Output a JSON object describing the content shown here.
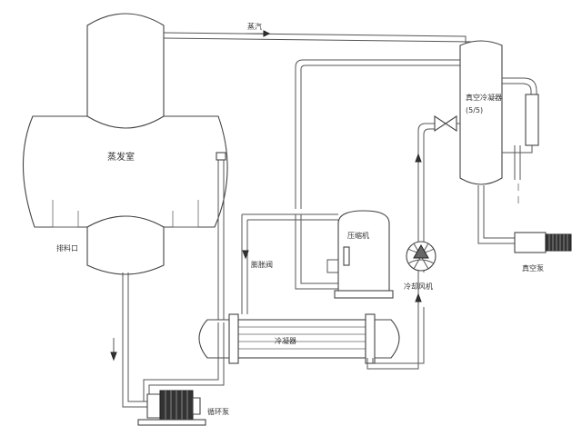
{
  "labels": {
    "evaporation_chamber": "蒸发室",
    "steam_line": "蒸汽",
    "vacuum_condenser": "真空冷凝器",
    "compressor": "压缩机",
    "condenser_hx": "冷凝器",
    "cooling_fan": "冷却风机",
    "circulation_pump": "循环泵",
    "vacuum_pump": "真空泵",
    "drain_outlet": "排料口",
    "expansion_valve": "膨胀阀"
  },
  "colors": {
    "line": "#555555",
    "equipment_fill": "#ffffff",
    "motor_fill": "#333333"
  },
  "icons": [
    "valve-icon",
    "fan-icon",
    "motor-icon",
    "arrow-icon"
  ]
}
